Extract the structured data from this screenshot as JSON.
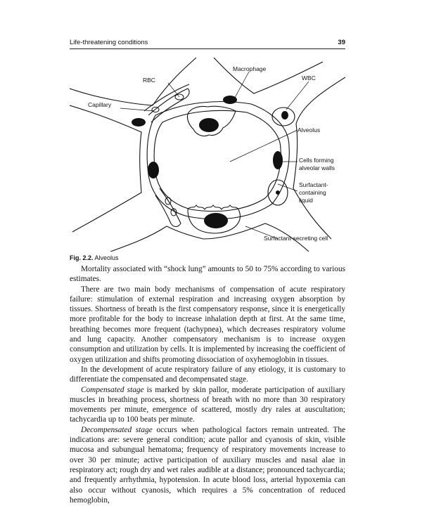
{
  "header": {
    "section_title": "Life-threatening conditions",
    "page_number": "39"
  },
  "figure": {
    "labels": {
      "rbc": "RBC",
      "macrophage": "Macrophage",
      "wbc": "WBC",
      "capillary": "Capillary",
      "alveolus": "Alveolus",
      "cells_forming_1": "Cells forming",
      "cells_forming_2": "alveolar walls",
      "surfactant_liquid_1": "Surfactant-",
      "surfactant_liquid_2": "containing",
      "surfactant_liquid_3": "liquid",
      "surfactant_cell": "Surfactant-secreting cell"
    },
    "caption_label": "Fig. 2.2.",
    "caption_text": "Alveolus"
  },
  "paragraphs": {
    "p1": "Mortality associated with “shock lung” amounts to 50 to 75% according to various estimates.",
    "p2": "There are two main body mechanisms of compensation of acute respiratory failure: stimulation of external respiration and increasing oxygen absorption by tissues. Shortness of breath is the first compensatory response, since it is energetically more profitable for the body to increase inhalation depth at first. At the same time, breathing becomes more frequent (tachypnea), which decreases respiratory volume and lung capacity. Another compensatory mechanism is to increase oxygen consumption and utilization by cells. It is implemented by increasing the coefficient of oxygen utilization and shifts promoting dissociation of oxyhemoglobin in tissues.",
    "p3": "In the development of acute respiratory failure of any etiology, it is customary to differentiate the compensated and decompensated stage.",
    "p4_term": "Compensated stage",
    "p4_rest": " is marked by skin pallor, moderate participation of auxiliary muscles in breathing process, shortness of breath with no more than 30 respiratory movements per minute, emergence of scattered, mostly dry rales at auscultation; tachycardia up to 100 beats per minute.",
    "p5_term": "Decompensated stage",
    "p5_rest": " occurs when pathological factors remain untreated. The indications are: severe general condition; acute pallor and cyanosis of skin, visible mucosa and subungual hematoma; frequency of respiratory movements increase to over 30 per minute; active participation of auxiliary muscles and nasal alae in respiratory act; rough dry and wet rales audible at a distance; pronounced tachycardia; and frequently arrhythmia, hypotension. In acute blood loss, arterial hypoxemia can also occur without cyanosis, which requires a 5% concentration of reduced hemoglobin,"
  }
}
